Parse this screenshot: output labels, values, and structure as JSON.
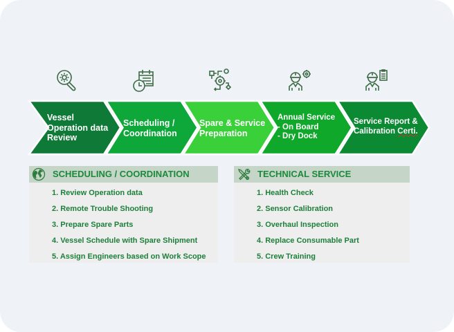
{
  "diagram": {
    "steps": [
      {
        "label_lines": [
          "Vessel",
          "Operation data",
          "Review"
        ],
        "icon": "gear-magnifier-icon",
        "color": "#0f7a37"
      },
      {
        "label_lines": [
          "Scheduling /",
          "Coordination"
        ],
        "icon": "calendar-clock-icon",
        "color": "#0ea83a"
      },
      {
        "label_lines": [
          "Spare & Service",
          "Preparation"
        ],
        "icon": "workflow-gear-icon",
        "color": "#3ad03a"
      },
      {
        "label_lines": [
          "Annual Service",
          "- On Board",
          "- Dry Dock"
        ],
        "icon": "engineer-gear-icon",
        "color": "#10a82a"
      },
      {
        "label_lines": [
          "Service Report &",
          "Calibration Certi."
        ],
        "icon": "engineer-clipboard-icon",
        "color": "#0c8a33"
      }
    ],
    "icon_color": "#3d6b45"
  },
  "panels": [
    {
      "title": "SCHEDULING / COORDINATION",
      "icon": "globe-icon",
      "items": [
        "1. Review Operation data",
        "2. Remote Trouble Shooting",
        "3. Prepare Spare Parts",
        "4. Vessel Schedule with Spare Shipment",
        "5. Assign Engineers based on Work Scope"
      ]
    },
    {
      "title": "TECHNICAL SERVICE",
      "icon": "tools-icon",
      "items": [
        "1. Health Check",
        "2. Sensor Calibration",
        "3. Overhaul Inspection",
        "4. Replace Consumable Part",
        "5. Crew Training"
      ]
    }
  ],
  "colors": {
    "background": "#eff2f7",
    "panel_header": "#c5d5c8",
    "panel_body": "#eeeeee",
    "panel_text": "#1d7f3a"
  }
}
